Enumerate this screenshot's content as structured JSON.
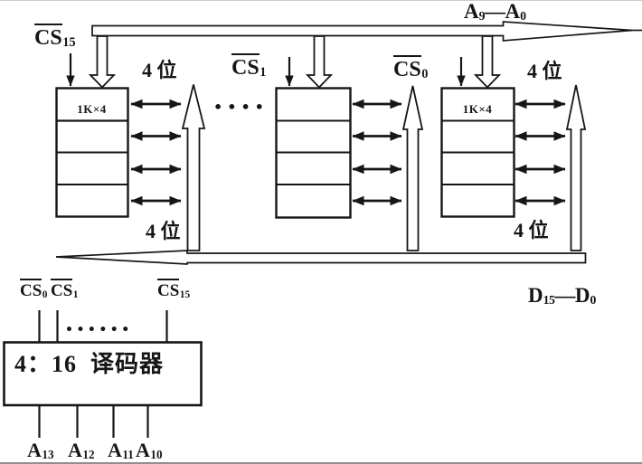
{
  "figure": {
    "address_bus_label": {
      "p1": "A",
      "s1": "9",
      "dash": "—",
      "p2": "A",
      "s2": "0"
    },
    "data_bus_label": {
      "p1": "D",
      "s1": "15",
      "dash": "—",
      "p2": "D",
      "s2": "0"
    },
    "chips": [
      {
        "cs_base": "CS",
        "cs_sub": "15",
        "size": "1K×4",
        "bit_top": "4 位",
        "bit_bottom": "4 位"
      },
      {
        "cs_base": "CS",
        "cs_sub": "1"
      },
      {
        "cs_base": "CS",
        "cs_sub": "0",
        "size": "1K×4",
        "bit_top": "4 位",
        "bit_bottom": "4 位"
      }
    ],
    "chips_ellipsis": "••••",
    "decoder": {
      "label": "4：16  译码器",
      "ellipsis": "••••••",
      "outputs": [
        {
          "base": "CS",
          "sub": "0"
        },
        {
          "base": "CS",
          "sub": "1"
        },
        {
          "base": "CS",
          "sub": "15"
        }
      ],
      "inputs": [
        {
          "base": "A",
          "sub": "13"
        },
        {
          "base": "A",
          "sub": "12"
        },
        {
          "base": "A",
          "sub": "11"
        },
        {
          "base": "A",
          "sub": "10"
        }
      ]
    }
  }
}
